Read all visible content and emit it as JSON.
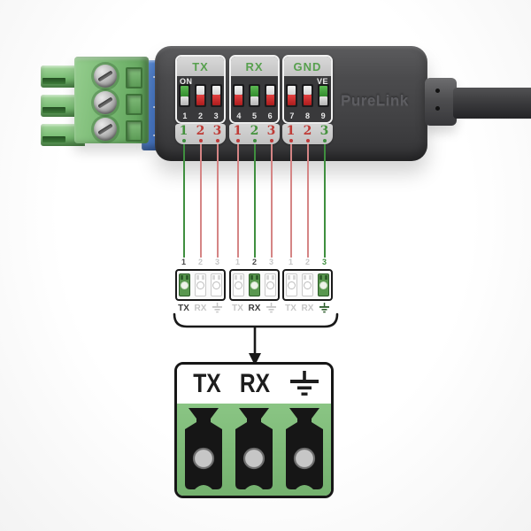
{
  "brand": {
    "logo_text": "PureLink"
  },
  "dip_module": {
    "on_label": "ON",
    "ve_label": "VE",
    "groups": [
      {
        "label": "TX",
        "switches": [
          {
            "number": "1",
            "state": "on"
          },
          {
            "number": "2",
            "state": "off"
          },
          {
            "number": "3",
            "state": "off"
          }
        ],
        "pins": [
          {
            "number": "1",
            "color": "green"
          },
          {
            "number": "2",
            "color": "red"
          },
          {
            "number": "3",
            "color": "red"
          }
        ]
      },
      {
        "label": "RX",
        "switches": [
          {
            "number": "4",
            "state": "off"
          },
          {
            "number": "5",
            "state": "on"
          },
          {
            "number": "6",
            "state": "off"
          }
        ],
        "pins": [
          {
            "number": "1",
            "color": "red"
          },
          {
            "number": "2",
            "color": "green"
          },
          {
            "number": "3",
            "color": "red"
          }
        ]
      },
      {
        "label": "GND",
        "switches": [
          {
            "number": "7",
            "state": "off"
          },
          {
            "number": "8",
            "state": "off"
          },
          {
            "number": "9",
            "state": "on"
          }
        ],
        "pins": [
          {
            "number": "1",
            "color": "red"
          },
          {
            "number": "2",
            "color": "red"
          },
          {
            "number": "3",
            "color": "green"
          }
        ]
      }
    ]
  },
  "wiring": {
    "line_colors": [
      "green",
      "red",
      "red",
      "red",
      "green",
      "red",
      "red",
      "red",
      "green"
    ]
  },
  "breakout_blocks": [
    {
      "numbers": [
        {
          "text": "1",
          "active": true
        },
        {
          "text": "2",
          "active": false
        },
        {
          "text": "3",
          "active": false
        }
      ],
      "active_slot": 1,
      "labels": [
        {
          "text": "TX",
          "active": true
        },
        {
          "text": "RX",
          "active": false
        },
        {
          "icon": "ground-icon",
          "active": false
        }
      ]
    },
    {
      "numbers": [
        {
          "text": "1",
          "active": false
        },
        {
          "text": "2",
          "active": true
        },
        {
          "text": "3",
          "active": false
        }
      ],
      "active_slot": 2,
      "labels": [
        {
          "text": "TX",
          "active": false
        },
        {
          "text": "RX",
          "active": true
        },
        {
          "icon": "ground-icon",
          "active": false
        }
      ]
    },
    {
      "numbers": [
        {
          "text": "1",
          "active": false
        },
        {
          "text": "2",
          "active": false
        },
        {
          "text": "3",
          "active": true
        }
      ],
      "active_slot": 3,
      "labels": [
        {
          "text": "TX",
          "active": false
        },
        {
          "text": "RX",
          "active": false
        },
        {
          "icon": "ground-icon",
          "active": true
        }
      ]
    }
  ],
  "output_connector": {
    "tx_label": "TX",
    "rx_label": "RX",
    "ground_icon": "ground-icon"
  },
  "colors": {
    "wire_green": "#3f8f3f",
    "wire_red": "#d58585",
    "pin_number_green": "#44923d",
    "pin_number_red": "#bf3b36",
    "switch_on_green": "#3fa03f",
    "switch_off_red": "#d02c2c",
    "connector_green": "#7cbe78",
    "slot_active_green": "#59974f",
    "terminal_strip_blue": "#4a7ccc"
  }
}
